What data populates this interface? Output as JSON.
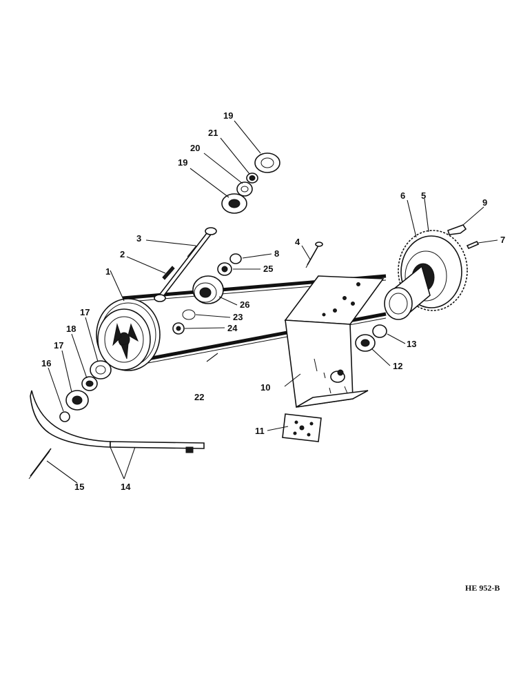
{
  "callouts": {
    "c1": "1",
    "c2": "2",
    "c3": "3",
    "c4": "4",
    "c5": "5",
    "c6": "6",
    "c7": "7",
    "c8": "8",
    "c9": "9",
    "c10": "10",
    "c11": "11",
    "c12": "12",
    "c13": "13",
    "c14": "14",
    "c15": "15",
    "c16": "16",
    "c17a": "17",
    "c17b": "17",
    "c18": "18",
    "c19a": "19",
    "c19b": "19",
    "c20": "20",
    "c21": "21",
    "c22": "22",
    "c23": "23",
    "c24": "24",
    "c25": "25",
    "c26": "26"
  },
  "drawing_code": "HE 952-B"
}
